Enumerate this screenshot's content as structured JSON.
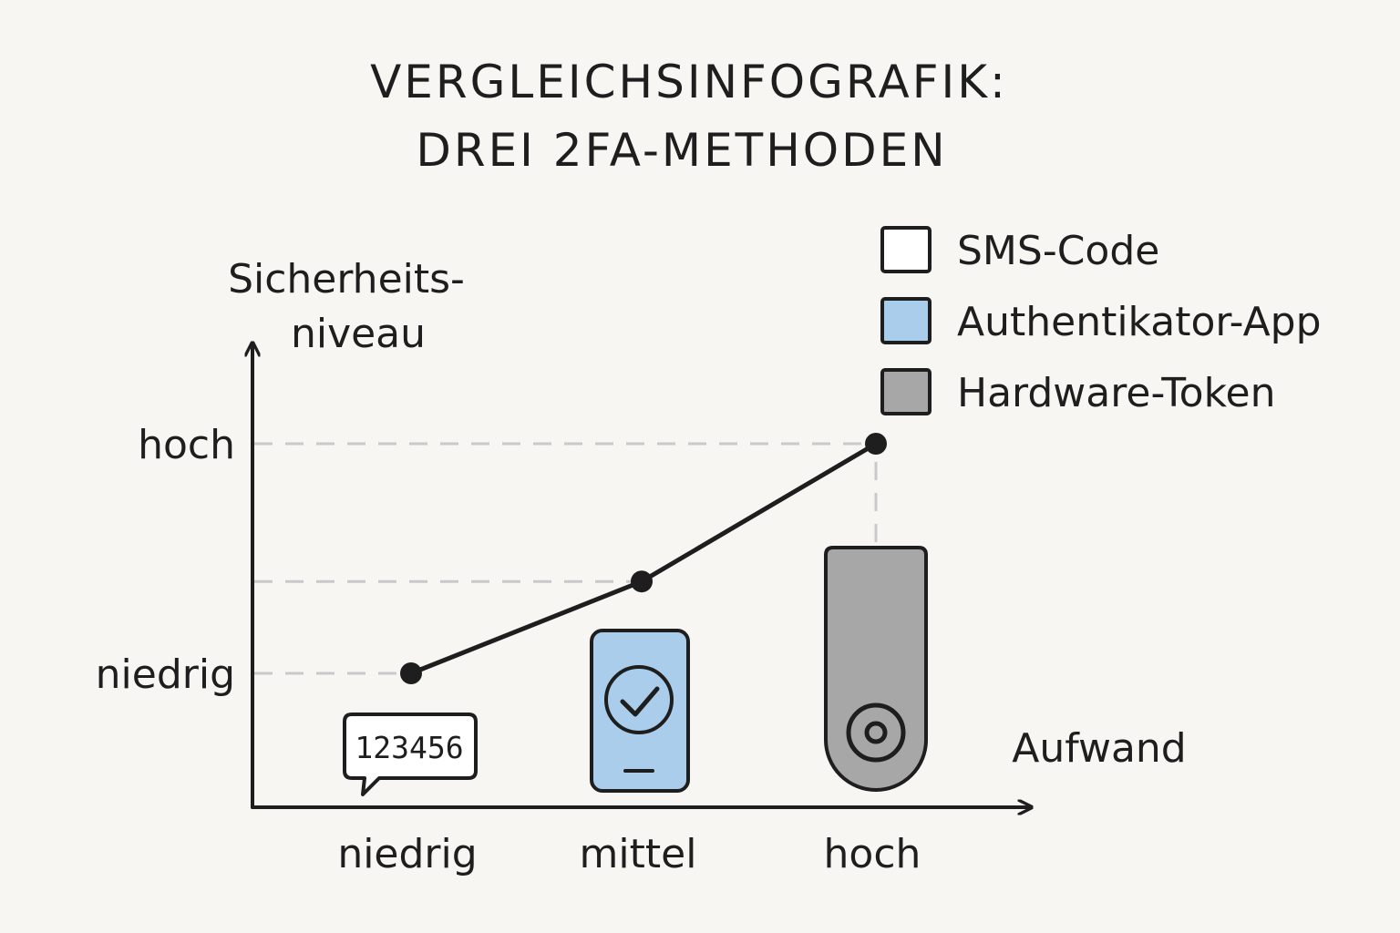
{
  "chart_data": {
    "type": "line",
    "title_lines": [
      "VERGLEICHSINFOGRAFIK:",
      "DREI 2FA-METHODEN"
    ],
    "ylabel_lines": [
      "Sicherheits-",
      "niveau"
    ],
    "xlabel": "Aufwand",
    "x_categories": [
      "niedrig",
      "mittel",
      "hoch"
    ],
    "y_tick_labels": [
      "niedrig",
      "hoch"
    ],
    "y_scale": "ordinal: niedrig = 0, hoch = 1",
    "points": [
      {
        "x": "niedrig",
        "y": 0.0,
        "method": "SMS-Code"
      },
      {
        "x": "mittel",
        "y": 0.4,
        "method": "Authentikator-App"
      },
      {
        "x": "hoch",
        "y": 1.0,
        "method": "Hardware-Token"
      }
    ],
    "legend": [
      {
        "label": "SMS-Code",
        "color": "#ffffff"
      },
      {
        "label": "Authentikator-App",
        "color": "#a9cdea"
      },
      {
        "label": "Hardware-Token",
        "color": "#a7a7a7"
      }
    ],
    "legend_position": "top-right",
    "guide_lines": "dashed",
    "sms_icon_text": "123456"
  },
  "colors": {
    "ink": "#1e1e1e",
    "background": "#f7f6f2",
    "guide": "#c9c9c9",
    "app": "#a9cdea",
    "token": "#a7a7a7"
  }
}
